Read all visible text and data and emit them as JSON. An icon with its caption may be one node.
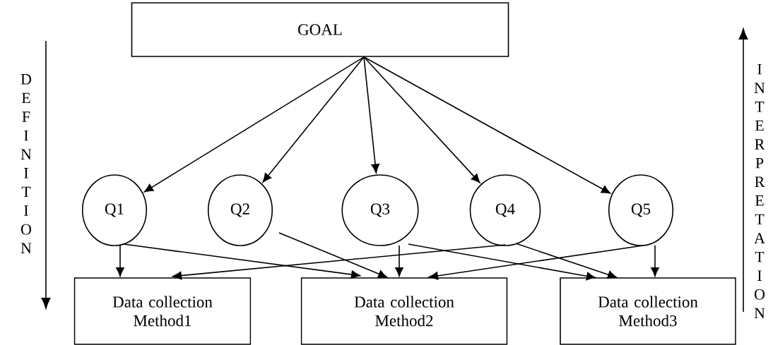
{
  "diagram": {
    "nodes": [
      {
        "text": [
          "GOAL"
        ]
      },
      {
        "text": [
          "Q1"
        ]
      },
      {
        "text": [
          "Q2"
        ]
      },
      {
        "text": [
          "Q3"
        ]
      },
      {
        "text": [
          "Q4"
        ]
      },
      {
        "text": [
          "Q5"
        ]
      },
      {
        "text": [
          "Data collection Method1"
        ]
      },
      {
        "text": [
          "Data collection Method2"
        ]
      },
      {
        "text": [
          "Data collection Method3"
        ]
      }
    ],
    "edges": [
      {
        "from": 0,
        "to": 1,
        "arrow": "to"
      },
      {
        "from": 0,
        "to": 2,
        "arrow": "to"
      },
      {
        "from": 0,
        "to": 3,
        "arrow": "to"
      },
      {
        "from": 0,
        "to": 4,
        "arrow": "to"
      },
      {
        "from": 0,
        "to": 5,
        "arrow": "to"
      },
      {
        "from": 1,
        "to": 6,
        "arrow": "to"
      },
      {
        "from": 1,
        "to": 7,
        "arrow": "to"
      },
      {
        "from": 2,
        "to": 7,
        "arrow": "to"
      },
      {
        "from": 3,
        "to": 7,
        "arrow": "to"
      },
      {
        "from": 3,
        "to": 8,
        "arrow": "to"
      },
      {
        "from": 4,
        "to": 6,
        "arrow": "to"
      },
      {
        "from": 4,
        "to": 8,
        "arrow": "to"
      },
      {
        "from": 5,
        "to": 7,
        "arrow": "to"
      },
      {
        "from": 5,
        "to": 8,
        "arrow": "to"
      }
    ],
    "labels": [
      "DEFINITION",
      "INTERPRETATION"
    ]
  }
}
